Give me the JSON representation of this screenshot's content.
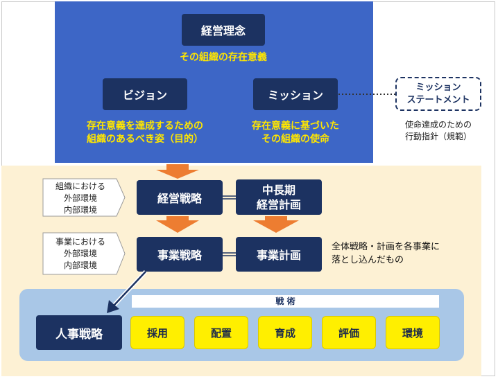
{
  "top": {
    "philosophy": "経営理念",
    "philosophy_desc": "その組織の存在意義",
    "vision": "ビジョン",
    "vision_desc": "存在意義を達成するための\n組織のあるべき姿（目的）",
    "mission": "ミッション",
    "mission_desc": "存在意義に基づいた\nその組織の使命",
    "mission_statement": "ミッション\nステートメント",
    "mission_statement_desc": "使命達成のための\n行動指針（規範）"
  },
  "strategy": {
    "org_env": "組織における\n外部環境\n内部環境",
    "corporate_strategy": "経営戦略",
    "midterm_plan": "中長期\n経営計画",
    "biz_env": "事業における\n外部環境\n内部環境",
    "business_strategy": "事業戦略",
    "business_plan": "事業計画",
    "business_plan_note": "全体戦略・計画を各事業に\n落とし込んだもの"
  },
  "tactics": {
    "header": "戦 術",
    "hr_strategy": "人事戦略",
    "items": [
      "採用",
      "配置",
      "育成",
      "評価",
      "環境"
    ]
  },
  "colors": {
    "blue_panel": "#3d66c6",
    "navy_box": "#1c3261",
    "yellow_text": "#ffe600",
    "orange_arrow": "#ed7d31",
    "beige_panel": "#fdf1d4",
    "tactics_panel": "#a9c7e7",
    "yellow_box": "#ffef00"
  }
}
